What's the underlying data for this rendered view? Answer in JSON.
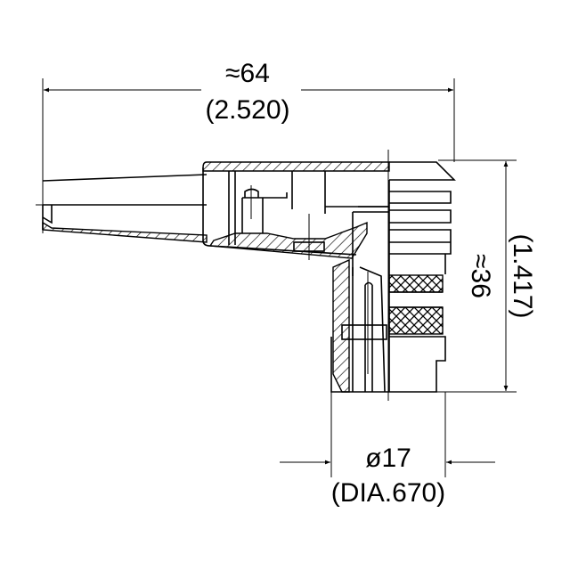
{
  "drawing": {
    "length_dimension": {
      "metric": "≈64",
      "imperial": "(2.520)"
    },
    "height_dimension": {
      "metric": "≈36",
      "imperial": "(1.417)"
    },
    "diameter_dimension": {
      "metric": "ø17",
      "imperial": "(DIA.670)"
    },
    "line_color": "#000000",
    "background_color": "#ffffff"
  }
}
